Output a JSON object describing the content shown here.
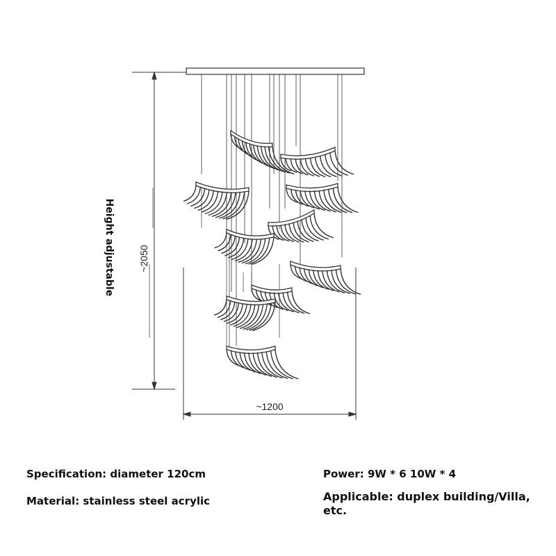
{
  "drawing": {
    "height_dim": "~2050",
    "width_dim": "~1200",
    "side_label": "Height adjustable"
  },
  "specs": {
    "specification": "Specification: diameter 120cm",
    "material": "Material: stainless steel acrylic",
    "power": "Power: 9W * 6 10W * 4",
    "applicable": "Applicable: duplex building/Villa, etc."
  },
  "colors": {
    "line": "#333333",
    "text": "#111111"
  }
}
